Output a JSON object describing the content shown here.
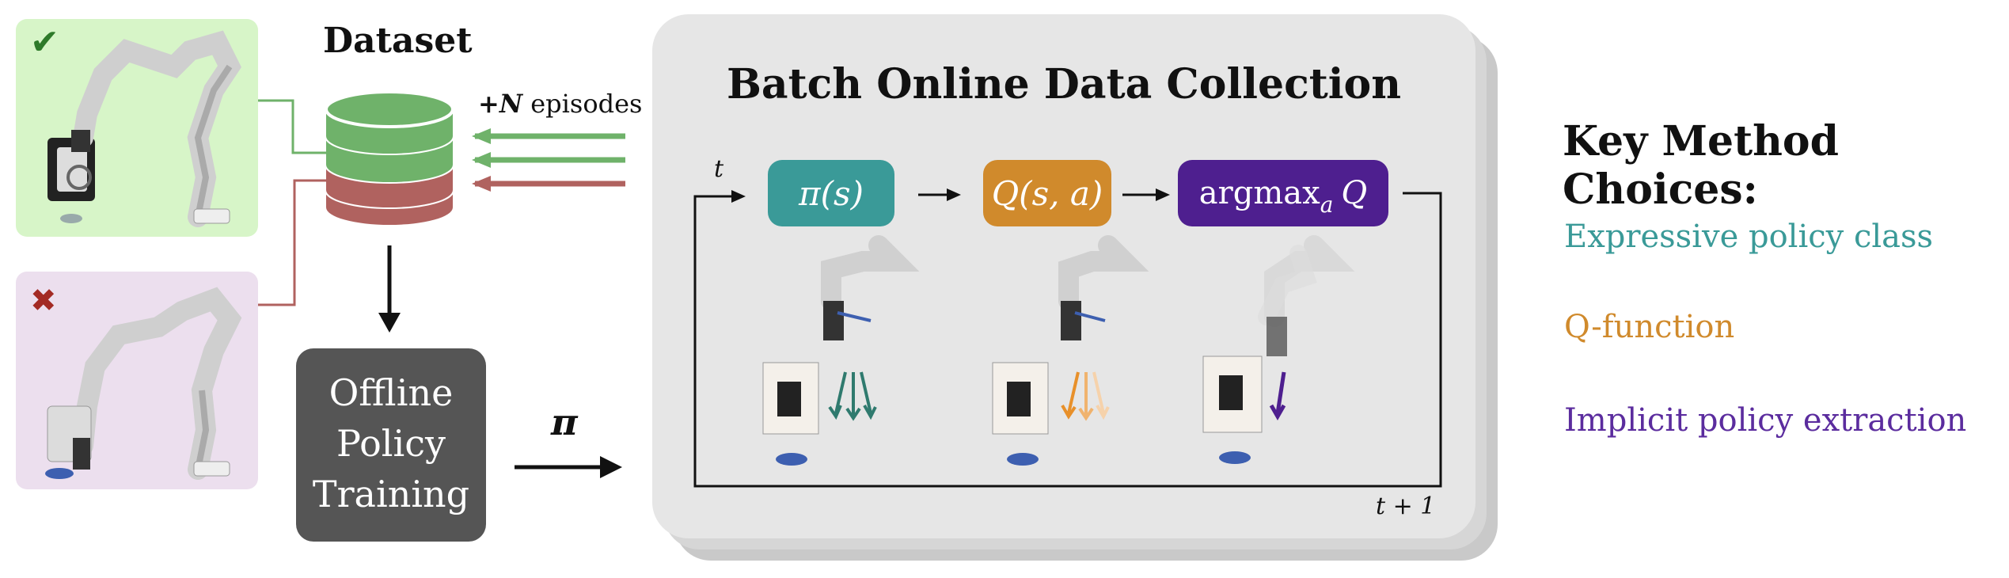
{
  "dataset": {
    "title": "Dataset",
    "episodes_label_prefix": "+",
    "episodes_label_var": "N",
    "episodes_label_suffix": " episodes",
    "success_mark": "✔",
    "failure_mark": "✖"
  },
  "offline": {
    "line1": "Offline",
    "line2": "Policy",
    "line3": "Training",
    "policy_symbol": "π"
  },
  "collection": {
    "title": "Batch Online Data Collection",
    "time_start": "t",
    "time_next": "t + 1",
    "policy_box": "π(s)",
    "q_box": "Q(s, a)",
    "argmax_main": "argmax",
    "argmax_sub": "a",
    "argmax_tail": " Q"
  },
  "choices": {
    "title": "Key Method Choices:",
    "items": [
      {
        "label": "Expressive policy class",
        "color": "#3a9a98"
      },
      {
        "label": "Q-function",
        "color": "#d08a2c"
      },
      {
        "label": "Implicit policy extraction",
        "color": "#5b2c9e"
      }
    ]
  },
  "colors": {
    "teal": "#3a9a98",
    "orange": "#d08a2c",
    "purple": "#4e1f8f",
    "green": "#6fb26a",
    "red": "#b0625f",
    "success_bg": "#d7f5c8",
    "failure_bg": "#ecdfee",
    "dark_box": "#555555",
    "panel": "#e6e6e6"
  }
}
